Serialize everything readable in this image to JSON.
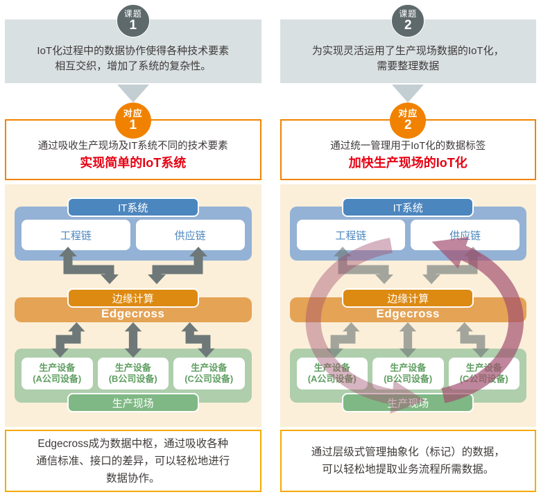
{
  "colors": {
    "topic_badge": "#5e696c",
    "topic_box": "#d9e0e2",
    "flow_arrow": "#c3ced3",
    "response_accent": "#f08200",
    "highlight_red": "#e60012",
    "panel_bg": "#fbefd9",
    "it_blue": "#4c86be",
    "it_blue_light": "#94b2d5",
    "edge_orange": "#dd8a12",
    "edge_orange_light": "#e4a355",
    "site_green": "#7fb884",
    "site_green_light": "#aeceac",
    "gray_arrow": "#6e7878",
    "circular_arrow": "#a24e6f",
    "desc_border": "#f6a900"
  },
  "cols": [
    {
      "topic": {
        "badge_label": "课题",
        "badge_num": "1",
        "lines": [
          "IoT化过程中的数据协作使得各种技术要素",
          "相互交织，增加了系统的复杂性。"
        ]
      },
      "response": {
        "badge_label": "对应",
        "badge_num": "1",
        "intro": "通过吸收生产现场及IT系统不同的技术要素",
        "highlight": "实现简单的IoT系统"
      },
      "diagram": {
        "it_system": "IT系统",
        "chains": [
          "工程链",
          "供应链"
        ],
        "edge_header": "边缘计算",
        "edge_platform": "Edgecross",
        "devices": [
          {
            "l1": "生产设备",
            "l2": "(A公司设备)"
          },
          {
            "l1": "生产设备",
            "l2": "(B公司设备)"
          },
          {
            "l1": "生产设备",
            "l2": "(C公司设备)"
          }
        ],
        "site": "生产现场"
      },
      "description": [
        "Edgecross成为数据中枢，通过吸收各种",
        "通信标准、接口的差异，可以轻松地进行",
        "数据协作。"
      ]
    },
    {
      "topic": {
        "badge_label": "课题",
        "badge_num": "2",
        "lines": [
          "为实现灵活运用了生产现场数据的IoT化，",
          "需要整理数据"
        ]
      },
      "response": {
        "badge_label": "对应",
        "badge_num": "2",
        "intro": "通过统一管理用于IoT化的数据标签",
        "highlight": "加快生产现场的IoT化"
      },
      "diagram": {
        "it_system": "IT系统",
        "chains": [
          "工程链",
          "供应链"
        ],
        "edge_header": "边缘计算",
        "edge_platform": "Edgecross",
        "devices": [
          {
            "l1": "生产设备",
            "l2": "(A公司设备)"
          },
          {
            "l1": "生产设备",
            "l2": "(B公司设备)"
          },
          {
            "l1": "生产设备",
            "l2": "(C公司设备)"
          }
        ],
        "site": "生产现场"
      },
      "description": [
        "通过层级式管理抽象化（标记）的数据，",
        "可以轻松地提取业务流程所需数据。"
      ]
    }
  ]
}
